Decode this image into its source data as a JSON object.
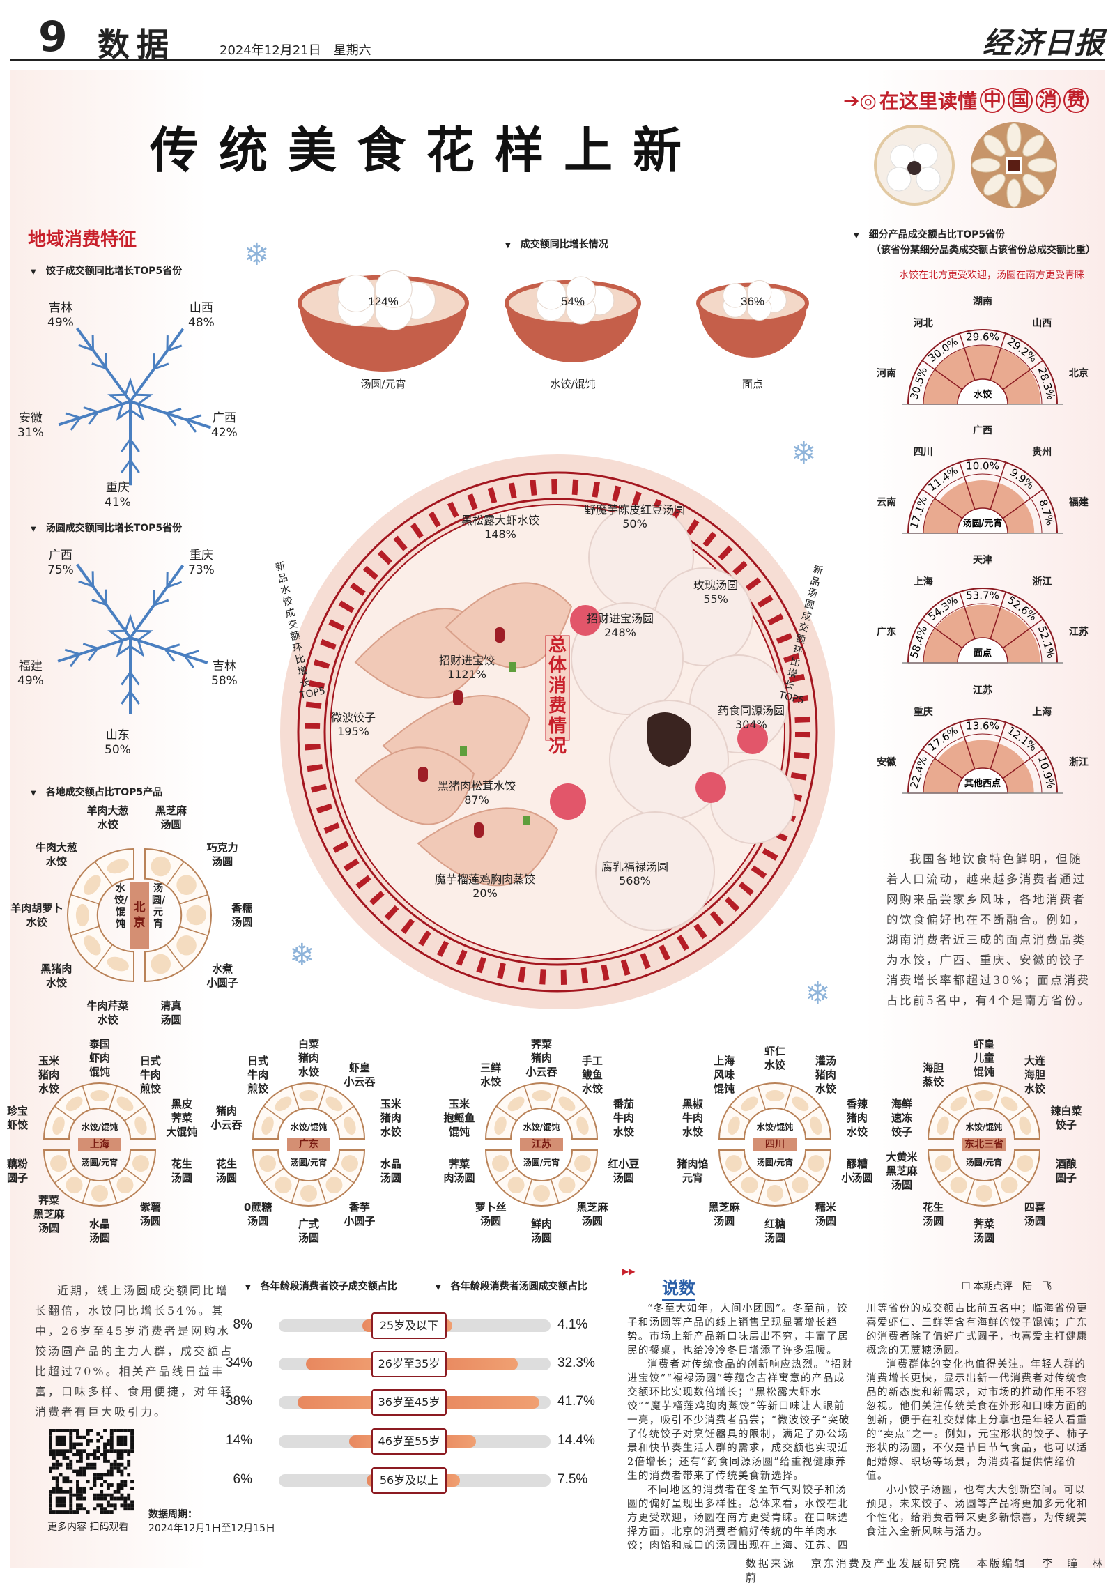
{
  "header": {
    "page_number": "9",
    "section": "数据",
    "date": "2024年12月21日　星期六",
    "logo": "经济日报"
  },
  "title": "传统美食花样上新",
  "slogan": {
    "prefix": "在这里读懂",
    "chars": [
      "中",
      "国",
      "消",
      "费"
    ]
  },
  "colors": {
    "red": "#c8202b",
    "tan": "#c98a66",
    "dark_red": "#8c1b22",
    "bar": "#ec9367"
  },
  "left": {
    "section_title": "地域消费特征",
    "dumpling_title": "饺子成交额同比增长TOP5省份",
    "tangyuan_title": "汤圆成交额同比增长TOP5省份",
    "regional_title": "各地成交额占比TOP5产品"
  },
  "top_growth": {
    "title": "成交额同比增长情况"
  },
  "plate": {
    "center_title": "总体消费情况",
    "left_arc": "新品水饺成交额环比增长TOP5",
    "right_arc": "新品汤圆成交额环比增长TOP5",
    "items": [
      {
        "name": "黑松露大虾水饺",
        "value": "148%"
      },
      {
        "name": "野魔芋陈皮红豆汤圆",
        "value": "50%"
      },
      {
        "name": "玫瑰汤圆",
        "value": "55%"
      },
      {
        "name": "招财进宝汤圆",
        "value": "248%"
      },
      {
        "name": "招财进宝饺",
        "value": "1121%"
      },
      {
        "name": "微波饺子",
        "value": "195%"
      },
      {
        "name": "药食同源汤圆",
        "value": "304%"
      },
      {
        "name": "黑猪肉松茸水饺",
        "value": "87%"
      },
      {
        "name": "腐乳福禄汤圆",
        "value": "568%"
      },
      {
        "name": "魔芋榴莲鸡胸肉蒸饺",
        "value": "20%"
      }
    ]
  },
  "right": {
    "title": "细分产品成交额占比TOP5省份",
    "subtitle": "（该省份某细分品类成交额占该省份总成交额比重）",
    "note": "水饺在北方更受欢迎，汤圆在南方更受青睐",
    "paragraph": "我国各地饮食特色鲜明，但随着人口流动，越来越多消费者通过网购来品尝家乡风味，各地消费者的饮食偏好也在不断融合。例如，湖南消费者近三成的面点消费品类为水饺，广西、重庆、安徽的饺子消费增长率都超过30%；面点消费占比前5名中，有4个是南方省份。"
  },
  "bottom": {
    "paragraph": "近期，线上汤圆成交额同比增长翻倍，水饺同比增长54%。其中，26岁至45岁消费者是网购水饺汤圆产品的主力人群，成交额占比超过70%。相关产品线日益丰富，口味多样、食用便捷，对年轻消费者有巨大吸引力。",
    "qr_caption": "更多内容 扫码观看",
    "period_label": "数据周期：",
    "period": "2024年12月1日至12月15日"
  },
  "article": {
    "heading": "说数",
    "reviewer": "本期点评　陆　飞",
    "paragraphs": [
      "“冬至大如年，人间小团圆”。冬至前，饺子和汤圆等产品的线上销售呈现显著增长趋势。市场上新产品新口味层出不穷，丰富了居民的餐桌，也给冷冷冬日增添了许多温暖。",
      "消费者对传统食品的创新响应热烈。“招财进宝饺”“福禄汤圆”等蕴含吉祥寓意的产品成交额环比实现数倍增长；“黑松露大虾水饺”“魔芋榴莲鸡胸肉蒸饺”等新口味让人眼前一亮，吸引不少消费者品尝；“微波饺子”突破了传统饺子对烹饪器具的限制，满足了办公场景和快节奏生活人群的需求，成交额也实现近2倍增长；还有“药食同源汤圆”给重视健康养生的消费者带来了传统美食新选择。",
      "不同地区的消费者在冬至节气对饺子和汤圆的偏好呈现出多样性。总体来看，水饺在北方更受欢迎，汤圆在南方更受青睐。在口味选择方面，北京的消费者偏好传统的牛羊肉水饺；肉馅和咸口的汤圆出现在上海、江苏、四川等省份的成交额占比前五名中；临海省份更喜爱虾仁、三鲜等含有海鲜的饺子馄饨；广东的消费者除了偏好广式圆子，也喜爱主打健康概念的无蔗糖汤圆。",
      "消费群体的变化也值得关注。年轻人群的消费增长更快，显示出新一代消费者对传统食品的新态度和新需求，对市场的推动作用不容忽视。他们关注传统美食在外形和口味方面的创新，便于在社交媒体上分享也是年轻人看重的“卖点”之一。例如，元宝形状的饺子、柿子形状的汤圆，不仅是节日节气食品，也可以适配婚嫁、职场等场景，为消费者提供情绪价值。",
      "小小饺子汤圆，也有大大创新空间。可以预见，未来饺子、汤圆等产品将更加多元化和个性化，给消费者带来更多新惊喜，为传统美食注入全新风味与活力。"
    ]
  },
  "footer": {
    "source_label": "数据来源",
    "source": "京东消费及产业发展研究院",
    "editor_label": "本版编辑",
    "editors": "李　瞳　林　蔚"
  },
  "chart_data": [
    {
      "id": "dumpling_growth",
      "type": "radial",
      "title": "饺子成交额同比增长TOP5省份",
      "categories": [
        "吉林",
        "山西",
        "广西",
        "重庆",
        "安徽"
      ],
      "values": [
        49,
        48,
        42,
        41,
        31
      ],
      "unit": "%"
    },
    {
      "id": "tangyuan_growth",
      "type": "radial",
      "title": "汤圆成交额同比增长TOP5省份",
      "categories": [
        "广西",
        "重庆",
        "吉林",
        "山东",
        "福建"
      ],
      "values": [
        75,
        73,
        58,
        50,
        49
      ],
      "unit": "%"
    },
    {
      "id": "category_growth",
      "type": "bar",
      "title": "成交额同比增长情况",
      "categories": [
        "汤圆/元宵",
        "水饺/馄饨",
        "面点"
      ],
      "values": [
        124,
        54,
        36
      ],
      "unit": "%"
    },
    {
      "id": "share_dumpling",
      "type": "pie",
      "category": "水饺",
      "categories": [
        "河南",
        "河北",
        "湖南",
        "山西",
        "北京"
      ],
      "values": [
        30.5,
        30.0,
        29.6,
        29.2,
        28.3
      ],
      "title_top": "湖南"
    },
    {
      "id": "share_tangyuan",
      "type": "pie",
      "category": "汤圆/元宵",
      "categories": [
        "云南",
        "四川",
        "广西",
        "贵州",
        "福建"
      ],
      "values": [
        17.1,
        11.4,
        10.0,
        9.9,
        8.7
      ],
      "title_top": "广西"
    },
    {
      "id": "share_pastry",
      "type": "pie",
      "category": "面点",
      "categories": [
        "广东",
        "上海",
        "天津",
        "浙江",
        "江苏"
      ],
      "values": [
        58.4,
        54.3,
        53.7,
        52.6,
        52.1
      ],
      "title_top": "天津"
    },
    {
      "id": "share_western",
      "type": "pie",
      "category": "其他西点",
      "categories": [
        "安徽",
        "重庆",
        "江苏",
        "上海",
        "浙江"
      ],
      "values": [
        22.4,
        17.6,
        13.6,
        12.1,
        10.9
      ],
      "title_top": "江苏"
    },
    {
      "id": "age_share",
      "type": "bar",
      "categories": [
        "25岁及以下",
        "26岁至35岁",
        "36岁至45岁",
        "46岁至55岁",
        "56岁及以上"
      ],
      "series": [
        {
          "name": "各年龄段消费者饺子成交额占比",
          "values": [
            8,
            34,
            38,
            14,
            6
          ],
          "labels": [
            "8%",
            "34%",
            "38%",
            "14%",
            "6%"
          ]
        },
        {
          "name": "各年龄段消费者汤圆成交额占比",
          "values": [
            4.1,
            32.3,
            41.7,
            14.4,
            7.5
          ],
          "labels": [
            "4.1%",
            "32.3%",
            "41.7%",
            "14.4%",
            "7.5%"
          ]
        }
      ],
      "unit": "%"
    }
  ],
  "wheels": {
    "dumpling_label": "水饺/馄饨",
    "tangyuan_label": "汤圆/元宵",
    "beijing": {
      "region": "北京",
      "dumpling_label_v": "水饺/馄饨",
      "tangyuan_label_v": "汤圆/元宵",
      "dumplings": [
        "羊肉大葱\n水饺",
        "牛肉大葱\n水饺",
        "羊肉胡萝卜\n水饺",
        "黑猪肉\n水饺",
        "牛肉芹菜\n水饺"
      ],
      "tangyuan": [
        "黑芝麻\n汤圆",
        "巧克力\n汤圆",
        "香糯\n汤圆",
        "水煮\n小圆子",
        "清真\n汤圆"
      ]
    },
    "regions": [
      {
        "region": "上海",
        "dumplings": [
          "珍宝\n虾饺",
          "玉米\n猪肉\n水饺",
          "泰国\n虾肉\n馄饨",
          "日式\n牛肉\n煎饺",
          "黑皮\n荠菜\n大馄饨"
        ],
        "tangyuan": [
          "藕粉\n圆子",
          "荠菜\n黑芝麻\n汤圆",
          "水晶\n汤圆",
          "紫薯\n汤圆",
          "花生\n汤圆"
        ]
      },
      {
        "region": "广东",
        "dumplings": [
          "猪肉\n小云吞",
          "日式\n牛肉\n煎饺",
          "白菜\n猪肉\n水饺",
          "虾皇\n小云吞",
          "玉米\n猪肉\n水饺"
        ],
        "tangyuan": [
          "花生\n汤圆",
          "0蔗糖\n汤圆",
          "广式\n汤圆",
          "香芋\n小圆子",
          "水晶\n汤圆"
        ]
      },
      {
        "region": "江苏",
        "dumplings": [
          "玉米\n抱鳐鱼\n馄饨",
          "三鲜\n水饺",
          "荠菜\n猪肉\n小云吞",
          "手工\n鲅鱼\n水饺",
          "番茄\n牛肉\n水饺"
        ],
        "tangyuan": [
          "荠菜\n肉汤圆",
          "萝卜丝\n汤圆",
          "鲜肉\n汤圆",
          "黑芝麻\n汤圆",
          "红小豆\n汤圆"
        ]
      },
      {
        "region": "四川",
        "dumplings": [
          "黑椒\n牛肉\n水饺",
          "上海\n风味\n馄饨",
          "虾仁\n水饺",
          "灌汤\n猪肉\n水饺",
          "香辣\n猪肉\n水饺"
        ],
        "tangyuan": [
          "猪肉馅\n元宵",
          "黑芝麻\n汤圆",
          "红糖\n汤圆",
          "糯米\n汤圆",
          "醪糟\n小汤圆"
        ]
      },
      {
        "region": "东北三省",
        "dumplings": [
          "海鲜\n速冻\n饺子",
          "海胆\n蒸饺",
          "虾皇\n儿童\n馄饨",
          "大连\n海胆\n水饺",
          "辣白菜\n饺子"
        ],
        "tangyuan": [
          "大黄米\n黑芝麻\n汤圆",
          "花生\n汤圆",
          "荠菜\n汤圆",
          "四喜\n汤圆",
          "酒酿\n圆子"
        ]
      }
    ]
  }
}
